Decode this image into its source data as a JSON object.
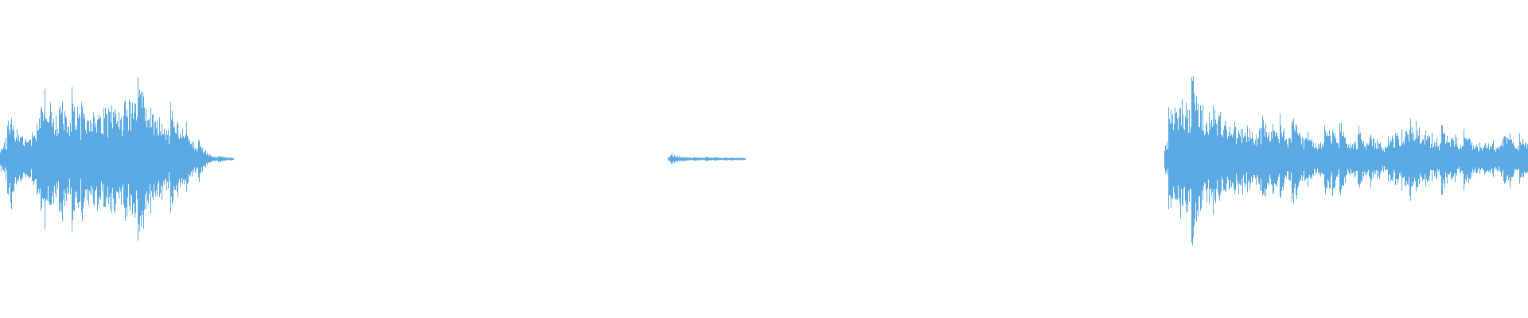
{
  "waveform": {
    "color": "#5aa9e2",
    "background": "#ffffff",
    "duration_fraction_total": 1.0,
    "segments": [
      {
        "name": "clip-1",
        "start": 0.0,
        "end": 0.153,
        "seed": 11,
        "envelope": [
          [
            0.0,
            0.18
          ],
          [
            0.05,
            0.46
          ],
          [
            0.12,
            0.35
          ],
          [
            0.2,
            0.52
          ],
          [
            0.3,
            0.62
          ],
          [
            0.4,
            0.7
          ],
          [
            0.5,
            0.8
          ],
          [
            0.57,
            0.95
          ],
          [
            0.63,
            0.9
          ],
          [
            0.7,
            0.55
          ],
          [
            0.77,
            0.4
          ],
          [
            0.83,
            0.25
          ],
          [
            0.88,
            0.1
          ],
          [
            0.93,
            0.03
          ],
          [
            1.0,
            0.02
          ]
        ]
      },
      {
        "name": "clip-2",
        "start": 0.437,
        "end": 0.488,
        "seed": 29,
        "envelope": [
          [
            0.0,
            0.02
          ],
          [
            0.05,
            0.1
          ],
          [
            0.1,
            0.05
          ],
          [
            0.25,
            0.03
          ],
          [
            0.5,
            0.02
          ],
          [
            0.75,
            0.015
          ],
          [
            1.0,
            0.01
          ]
        ]
      },
      {
        "name": "clip-3",
        "start": 0.762,
        "end": 1.0,
        "seed": 47,
        "envelope": [
          [
            0.0,
            0.2
          ],
          [
            0.03,
            0.7
          ],
          [
            0.06,
            0.95
          ],
          [
            0.1,
            0.8
          ],
          [
            0.15,
            0.75
          ],
          [
            0.2,
            0.55
          ],
          [
            0.3,
            0.4
          ],
          [
            0.4,
            0.3
          ],
          [
            0.5,
            0.28
          ],
          [
            0.6,
            0.26
          ],
          [
            0.68,
            0.58
          ],
          [
            0.75,
            0.3
          ],
          [
            0.85,
            0.25
          ],
          [
            0.92,
            0.27
          ],
          [
            1.0,
            0.2
          ]
        ]
      }
    ]
  }
}
